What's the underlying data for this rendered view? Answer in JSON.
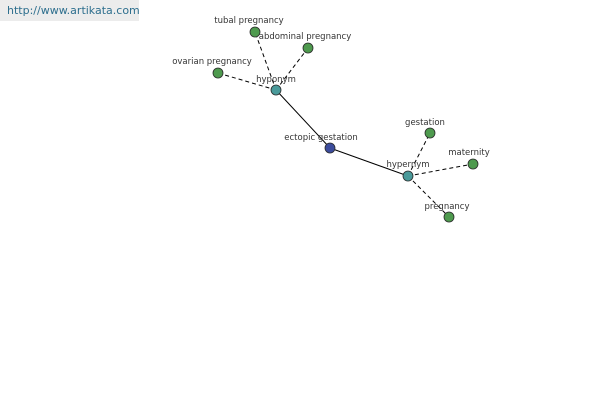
{
  "watermark": {
    "text": "http://www.artikata.com"
  },
  "colors": {
    "leaf_node": "#4e9a4e",
    "relation_node": "#4a9a9a",
    "root_node": "#3c4c9c",
    "node_stroke": "#2a2a2a"
  },
  "nodes": [
    {
      "id": "root",
      "label": "ectopic gestation",
      "kind": "root"
    },
    {
      "id": "hyponym",
      "label": "hyponym",
      "kind": "relation"
    },
    {
      "id": "hypernym",
      "label": "hypernym",
      "kind": "relation"
    },
    {
      "id": "tubal",
      "label": "tubal pregnancy",
      "kind": "leaf"
    },
    {
      "id": "abdominal",
      "label": "abdominal pregnancy",
      "kind": "leaf"
    },
    {
      "id": "ovarian",
      "label": "ovarian pregnancy",
      "kind": "leaf"
    },
    {
      "id": "gestation",
      "label": "gestation",
      "kind": "leaf"
    },
    {
      "id": "maternity",
      "label": "maternity",
      "kind": "leaf"
    },
    {
      "id": "pregnancy",
      "label": "pregnancy",
      "kind": "leaf"
    }
  ],
  "edges": [
    {
      "from": "root",
      "to": "hyponym",
      "style": "solid"
    },
    {
      "from": "root",
      "to": "hypernym",
      "style": "solid"
    },
    {
      "from": "hyponym",
      "to": "tubal",
      "style": "dashed"
    },
    {
      "from": "hyponym",
      "to": "abdominal",
      "style": "dashed"
    },
    {
      "from": "hyponym",
      "to": "ovarian",
      "style": "dashed"
    },
    {
      "from": "hypernym",
      "to": "gestation",
      "style": "dashed"
    },
    {
      "from": "hypernym",
      "to": "maternity",
      "style": "dashed"
    },
    {
      "from": "hypernym",
      "to": "pregnancy",
      "style": "dashed"
    }
  ]
}
